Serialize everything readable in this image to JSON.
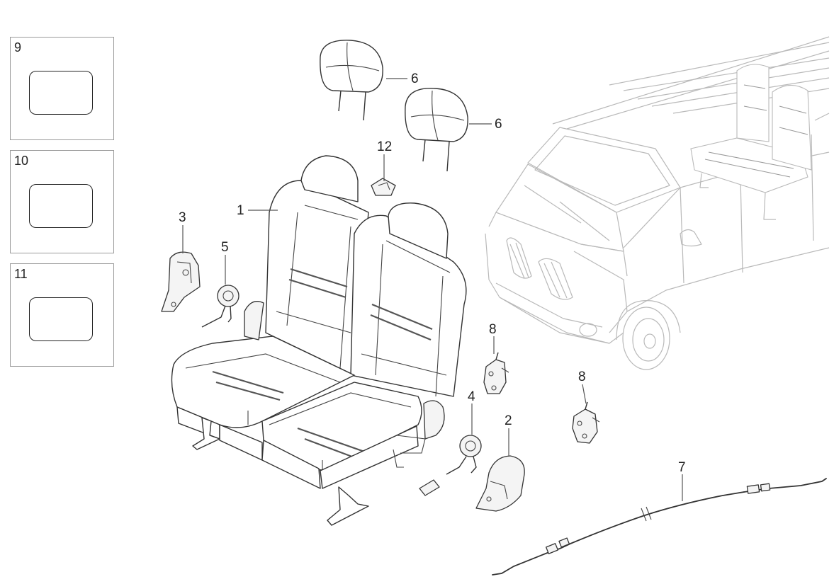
{
  "legend_boxes": [
    {
      "number": "9"
    },
    {
      "number": "10"
    },
    {
      "number": "11"
    }
  ],
  "callouts": {
    "seat_assembly": "1",
    "hinge_cover_right": "2",
    "hinge_cover_left": "3",
    "recliner_right": "4",
    "recliner_left": "5",
    "headrest_a": "6",
    "headrest_b": "6",
    "release_cable": "7",
    "latch_bracket_a": "8",
    "latch_bracket_b": "8",
    "headrest_guide": "12"
  },
  "colors": {
    "line": "#333333",
    "van_outline": "#b9b9b9",
    "box_border": "#9a9a9a"
  }
}
